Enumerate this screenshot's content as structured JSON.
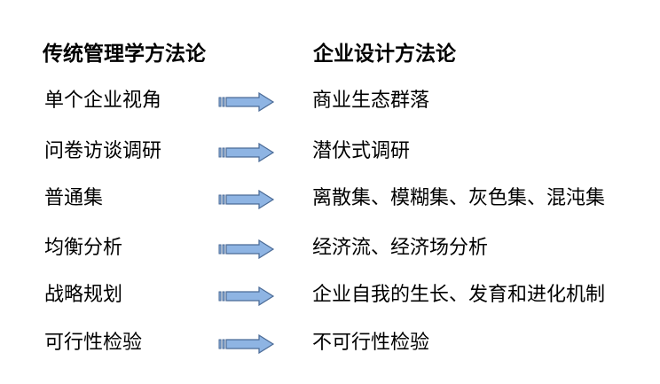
{
  "headers": {
    "left": "传统管理学方法论",
    "right": "企业设计方法论"
  },
  "rows": [
    {
      "left": "单个企业视角",
      "right": "商业生态群落"
    },
    {
      "left": "问卷访谈调研",
      "right": "潜伏式调研"
    },
    {
      "left": "普通集",
      "right": "离散集、模糊集、灰色集、混沌集"
    },
    {
      "left": "均衡分析",
      "right": "经济流、经济场分析"
    },
    {
      "left": "战略规划",
      "right": "企业自我的生长、发育和进化机制"
    },
    {
      "left": "可行性检验",
      "right": "不可行性检验"
    }
  ],
  "colors": {
    "arrow_fill": "#8eb4e3",
    "arrow_stroke": "#4a6a96"
  },
  "icons": {
    "arrow": "right-arrow-icon"
  }
}
